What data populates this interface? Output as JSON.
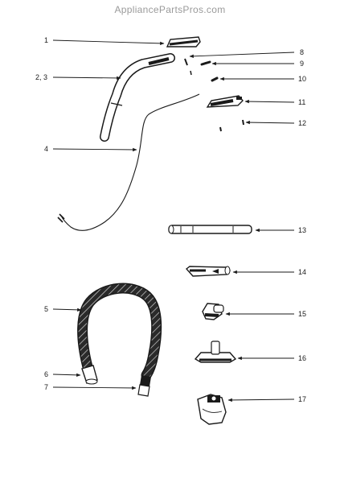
{
  "watermark": "AppliancePartsPros.com",
  "colors": {
    "ink": "#1a1a1a",
    "watermark": "#9a9a9a",
    "background": "#ffffff"
  },
  "callouts": [
    {
      "id": "c1",
      "label": "1"
    },
    {
      "id": "c23",
      "label": "2, 3"
    },
    {
      "id": "c4",
      "label": "4"
    },
    {
      "id": "c5",
      "label": "5"
    },
    {
      "id": "c6",
      "label": "6"
    },
    {
      "id": "c7",
      "label": "7"
    },
    {
      "id": "c8",
      "label": "8"
    },
    {
      "id": "c9",
      "label": "9"
    },
    {
      "id": "c10",
      "label": "10"
    },
    {
      "id": "c11",
      "label": "11"
    },
    {
      "id": "c12",
      "label": "12"
    },
    {
      "id": "c13",
      "label": "13"
    },
    {
      "id": "c14",
      "label": "14"
    },
    {
      "id": "c15",
      "label": "15"
    },
    {
      "id": "c16",
      "label": "16"
    },
    {
      "id": "c17",
      "label": "17"
    }
  ]
}
